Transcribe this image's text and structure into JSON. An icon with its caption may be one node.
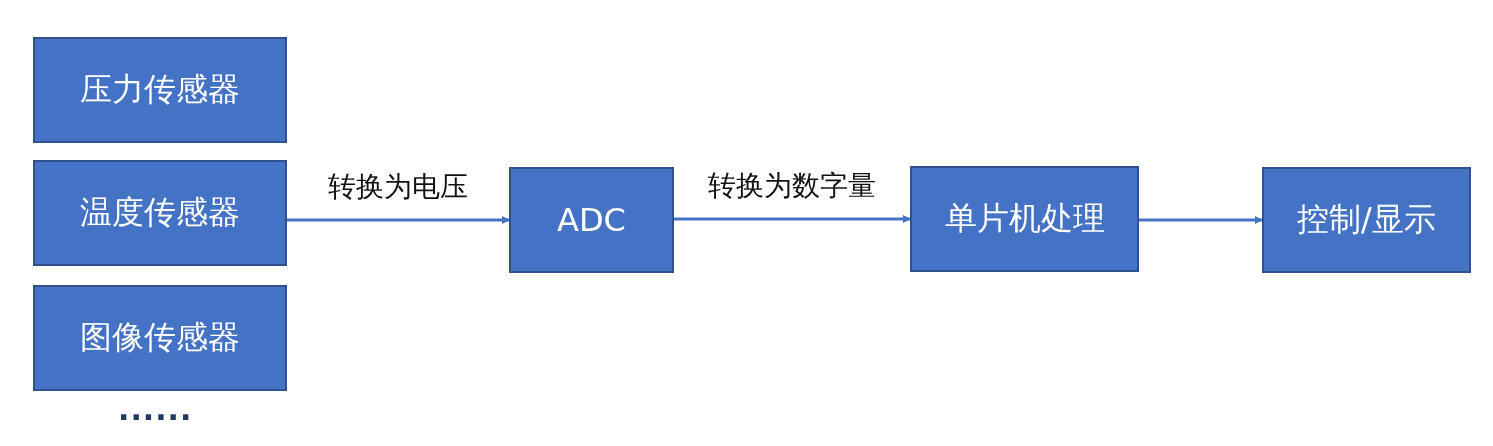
{
  "diagram": {
    "nodes": [
      {
        "text": [
          "压力传感器"
        ]
      },
      {
        "text": [
          "温度传感器"
        ]
      },
      {
        "text": [
          "图像传感器"
        ]
      },
      {
        "text": [
          "ADC"
        ]
      },
      {
        "text": [
          "单片机处理"
        ]
      },
      {
        "text": [
          "控制/显示"
        ]
      }
    ],
    "edges": [
      {
        "from": 1,
        "to": 3,
        "arrow": "to",
        "label": "转换为电压"
      },
      {
        "from": 3,
        "to": 4,
        "arrow": "to",
        "label": "转换为数字量"
      },
      {
        "from": 4,
        "to": 5,
        "arrow": "to"
      }
    ],
    "labels": [
      "......"
    ]
  }
}
